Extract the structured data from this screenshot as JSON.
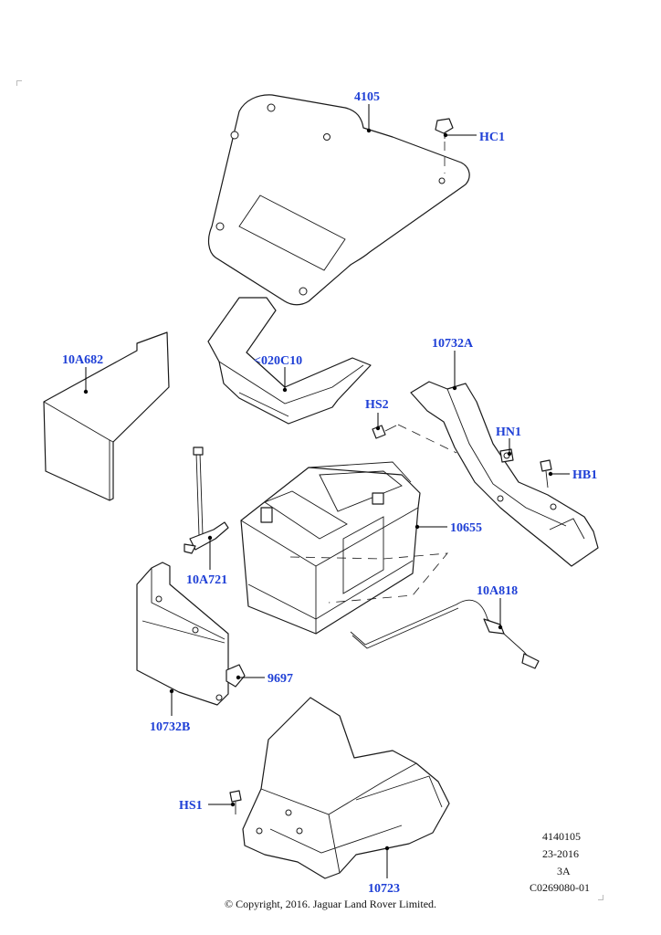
{
  "callouts": {
    "c4105": "4105",
    "hc1": "HC1",
    "c10a682": "10A682",
    "c020c10": "<020C10",
    "c10732a": "10732A",
    "hs2": "HS2",
    "hn1": "HN1",
    "hb1": "HB1",
    "c10655": "10655",
    "c10a721": "10A721",
    "c10a818": "10A818",
    "c9697": "9697",
    "c10732b": "10732B",
    "hs1": "HS1",
    "c10723": "10723"
  },
  "meta": {
    "ref": "4140105",
    "date": "23-2016",
    "rev": "3A",
    "code": "C0269080-01"
  },
  "copyright": "© Copyright, 2016. Jaguar Land Rover Limited.",
  "colors": {
    "callout": "#1e3fd6",
    "line": "#1a1a1a"
  }
}
